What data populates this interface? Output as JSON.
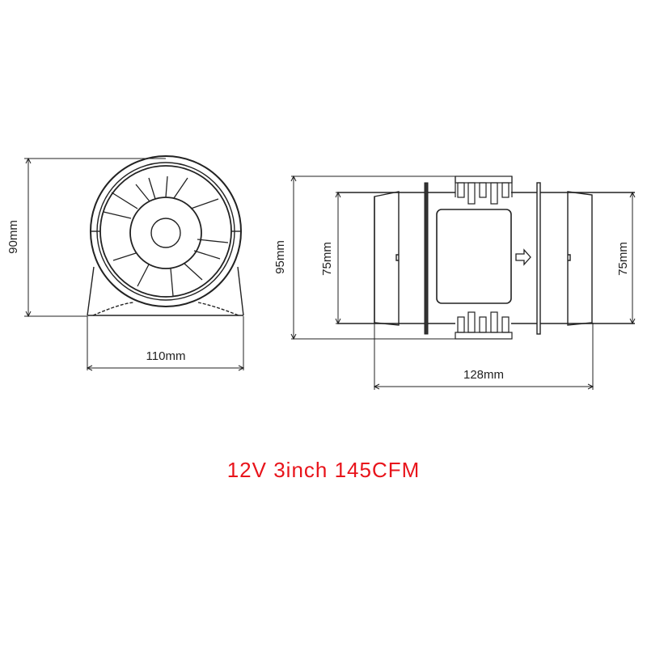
{
  "front_view": {
    "height_label": "90mm",
    "width_label": "110mm"
  },
  "side_view": {
    "overall_height_label": "95mm",
    "inlet_diameter_label": "75mm",
    "outlet_diameter_label": "75mm",
    "length_label": "128mm",
    "airflow_arrow": "airflow-direction-arrow"
  },
  "caption": {
    "text": "12V 3inch 145CFM",
    "color": "#e8141b"
  }
}
